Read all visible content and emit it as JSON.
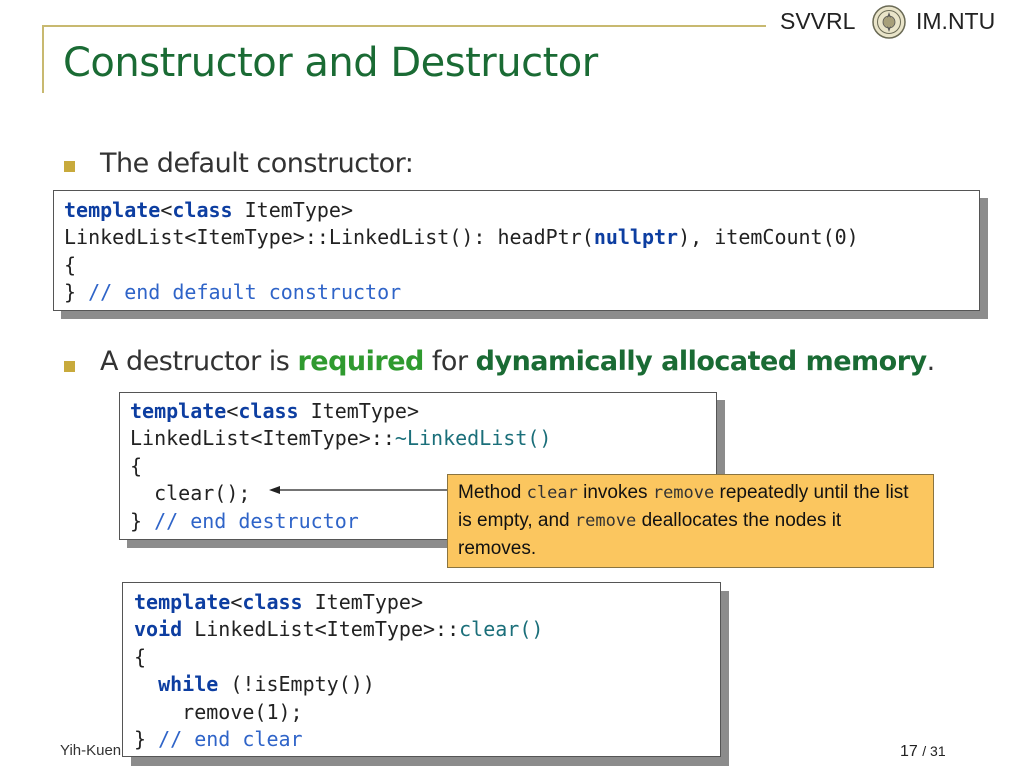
{
  "header": {
    "brand_left": "SVVRL",
    "brand_right": "IM.NTU",
    "seal_icon": "university-seal-icon"
  },
  "title": "Constructor and Destructor",
  "bullets": [
    {
      "text": "The default constructor:"
    },
    {
      "prefix": "A destructor is ",
      "emph1": "required",
      "middle": " for ",
      "emph2": "dynamically allocated memory",
      "suffix": "."
    }
  ],
  "code": {
    "constructor": [
      {
        "kw1": "template",
        "t1": "<",
        "kw2": "class",
        "t2": " ItemType>"
      },
      {
        "t1": "LinkedList<ItemType>::LinkedList(): headPtr(",
        "kw1": "nullptr",
        "t2": "), itemCount(0)"
      },
      {
        "t1": "{"
      },
      {
        "t1": "} ",
        "cm": "// end default constructor"
      }
    ],
    "destructor": [
      {
        "kw1": "template",
        "t1": "<",
        "kw2": "class",
        "t2": " ItemType>"
      },
      {
        "t1": "LinkedList<ItemType>::",
        "fn": "~LinkedList()"
      },
      {
        "t1": "{"
      },
      {
        "t1": "  clear();"
      },
      {
        "t1": "} ",
        "cm": "// end destructor"
      }
    ],
    "clear": [
      {
        "kw1": "template",
        "t1": "<",
        "kw2": "class",
        "t2": " ItemType>"
      },
      {
        "kw1": "void",
        "t1": " LinkedList<ItemType>::",
        "fn": "clear()"
      },
      {
        "t1": "{"
      },
      {
        "t0": "  ",
        "kw1": "while",
        "t1": " (!isEmpty())"
      },
      {
        "t1": "    remove(1);"
      },
      {
        "t1": "} ",
        "cm": "// end clear"
      }
    ]
  },
  "callout": {
    "p1": "Method ",
    "c1": "clear",
    "p2": " invokes ",
    "c2": "remove",
    "p3": " repeatedly until the list is empty, and ",
    "c3": "remove",
    "p4": " deallocates the nodes it removes."
  },
  "footer": {
    "author": "Yih-Kuen",
    "page_current": "17",
    "page_sep": "/ 31"
  },
  "colors": {
    "title": "#1a6b34",
    "bullet": "#c8aa3c",
    "keyword": "#0d3ea1",
    "comment": "#2f64c8",
    "callout_bg": "#fbc65f"
  }
}
